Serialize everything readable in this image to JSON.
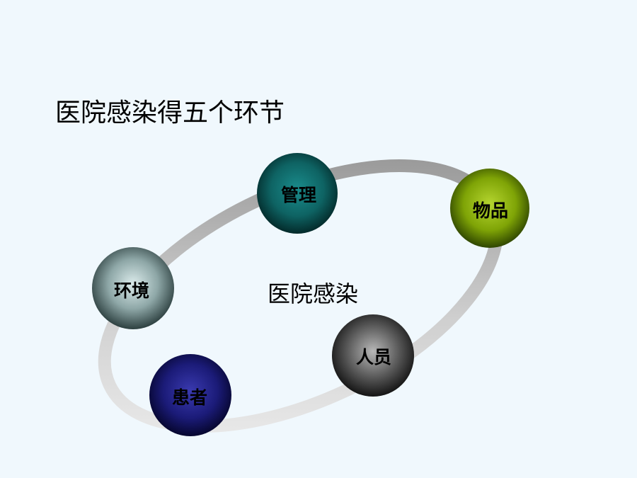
{
  "title": "医院感染得五个环节",
  "center_label": "医院感染",
  "nodes": [
    {
      "id": "management",
      "label": "管理",
      "color": "#0e5f5f",
      "text_color": "#000000"
    },
    {
      "id": "items",
      "label": "物品",
      "color": "#6a8c00",
      "text_color": "#000000"
    },
    {
      "id": "environment",
      "label": "环境",
      "color": "#6f8a8a",
      "text_color": "#000000"
    },
    {
      "id": "personnel",
      "label": "人员",
      "color": "#3c3c3c",
      "text_color": "#000000"
    },
    {
      "id": "patient",
      "label": "患者",
      "color": "#15156a",
      "text_color": "#000000"
    }
  ]
}
